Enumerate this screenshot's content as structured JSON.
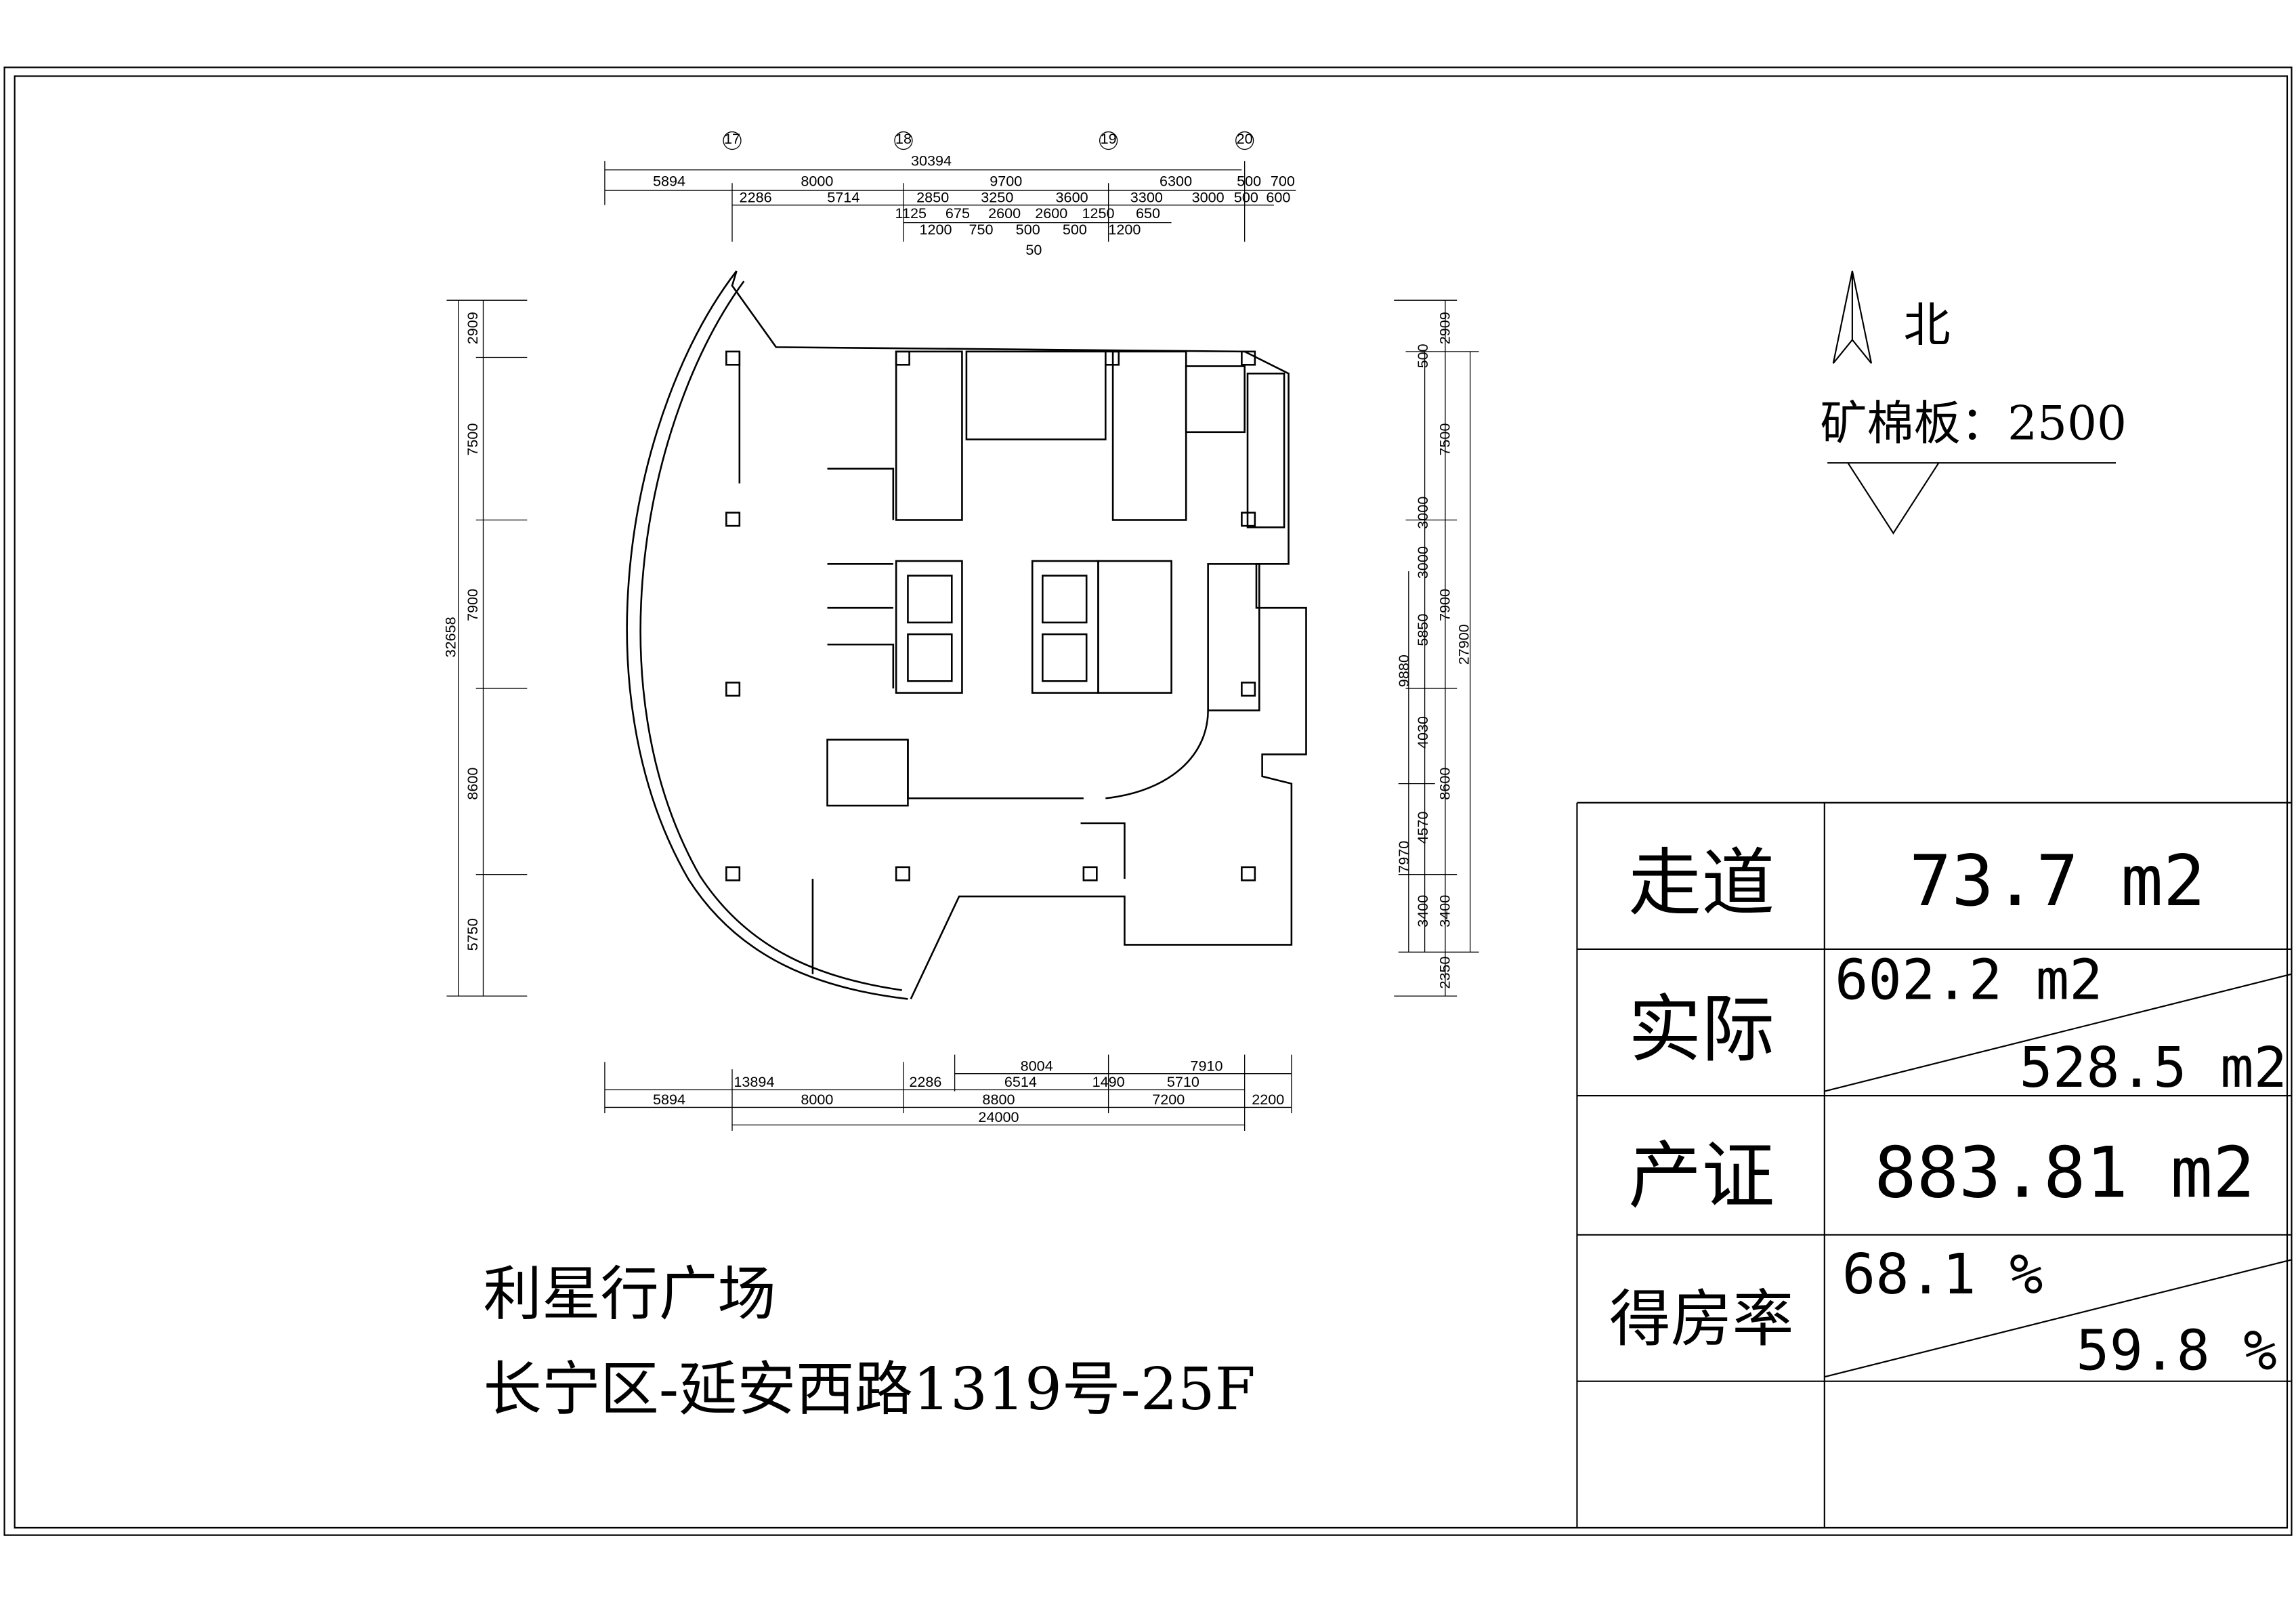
{
  "title": "利星行广场",
  "address": "长宁区-延安西路1319号-25F",
  "north_label": "北",
  "ceiling_note": "矿棉板：2500",
  "axis_labels": [
    "17",
    "18",
    "19",
    "20"
  ],
  "top_dims": {
    "overall": "30394",
    "row1": [
      "5894",
      "8000",
      "9700",
      "6300",
      "500",
      "700"
    ],
    "row2": [
      "2286",
      "5714",
      "2850",
      "3250",
      "3600",
      "3300",
      "3000",
      "500",
      "600"
    ],
    "row3": [
      "1125",
      "1200",
      "675",
      "750",
      "2600",
      "500",
      "2600",
      "500",
      "1250",
      "1200",
      "650"
    ],
    "extra": "50"
  },
  "left_dims": {
    "overall": "32658",
    "items": [
      "2909",
      "7500",
      "7900",
      "8600",
      "5750"
    ]
  },
  "right_dims": {
    "outer": [
      "2909",
      "7500",
      "7900",
      "8600",
      "3400",
      "2350"
    ],
    "overall": "27900",
    "middle": [
      "500",
      "3000",
      "3000",
      "5850",
      "4030",
      "4570",
      "3400"
    ],
    "inner": [
      "9880",
      "7970"
    ]
  },
  "bottom_dims": {
    "row1": [
      "8004",
      "7910"
    ],
    "row2": [
      "13894",
      "2286",
      "6514",
      "1490",
      "5710"
    ],
    "row3": [
      "5894",
      "8000",
      "8800",
      "7200",
      "2200"
    ],
    "overall": "24000"
  },
  "area_table": {
    "rows": [
      {
        "label": "走道",
        "value": "73.7 m2"
      },
      {
        "label": "实际",
        "value": "602.2 m2",
        "value2": "528.5 m2"
      },
      {
        "label": "产证",
        "value": "883.81 m2"
      },
      {
        "label": "得房率",
        "value": "68.1 %",
        "value2": "59.8 %"
      }
    ]
  }
}
